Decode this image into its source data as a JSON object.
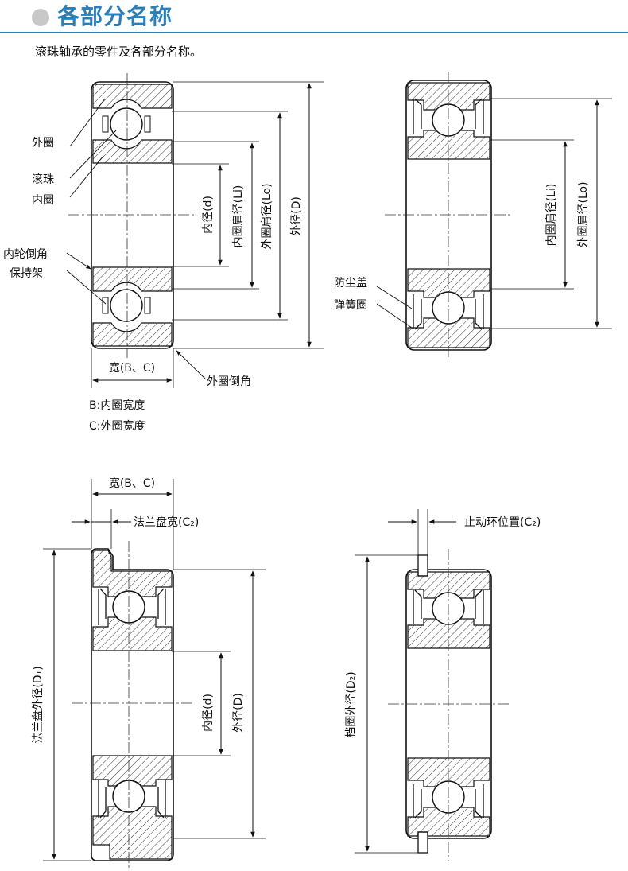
{
  "header": {
    "title": "各部分名称",
    "subtitle": "滚珠轴承的零件及各部分名称。"
  },
  "fig1": {
    "outer_ring": "外圈",
    "ball": "滚珠",
    "inner_ring": "内圈",
    "inner_chamfer": "内轮倒角",
    "cage": "保持架",
    "width": "宽(B、C)",
    "outer_chamfer": "外圈倒角",
    "inner_dia": "内径(d)",
    "inner_shoulder": "内圈肩径(Li)",
    "outer_shoulder": "外圈肩径(Lo)",
    "outer_dia": "外径(D)",
    "note_b": "B:内圈宽度",
    "note_c": "C:外圈宽度"
  },
  "fig2": {
    "shield": "防尘盖",
    "snap_ring": "弹簧圈",
    "inner_shoulder": "内圈肩径(Li)",
    "outer_shoulder": "外圈肩径(Lo)"
  },
  "fig3": {
    "width": "宽(B、C)",
    "flange_width": "法兰盘宽(C₂)",
    "flange_dia": "法兰盘外径(D₁)",
    "inner_dia": "内径(d)",
    "outer_dia": "外径(D)"
  },
  "fig4": {
    "stop_ring_pos": "止动环位置(C₂)",
    "ring_dia": "档圈外径(D₂)"
  }
}
